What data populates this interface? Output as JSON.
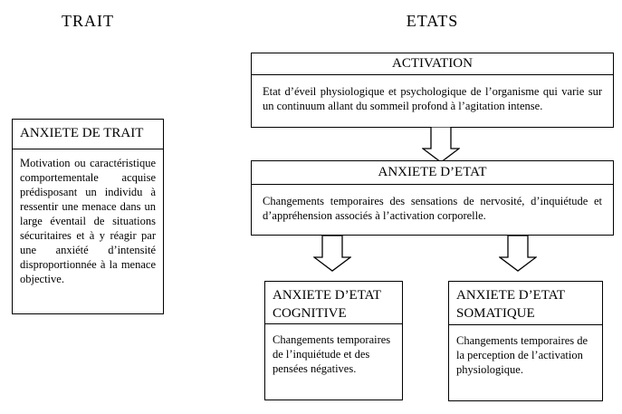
{
  "headings": {
    "trait": "TRAIT",
    "etats": "ETATS"
  },
  "boxes": {
    "trait_anxiety": {
      "title": "ANXIETE DE TRAIT",
      "body": "Motivation ou caractéristique comportementale acquise prédisposant un individu à ressentir une menace dans un large éventail de situations sécuritaires et à y réagir par une anxiété d’intensité disproportionnée à la menace objective."
    },
    "activation": {
      "title": "ACTIVATION",
      "body": "Etat d’éveil physiologique et psychologique de l’organisme qui varie sur un continuum allant du sommeil profond à l’agitation intense."
    },
    "state_anxiety": {
      "title": "ANXIETE D’ETAT",
      "body": "Changements temporaires des sensations de nervosité, d’inquiétude et d’appréhension associés à l’activation corporelle."
    },
    "cognitive_state_anxiety": {
      "title": "ANXIETE D’ETAT COGNITIVE",
      "body": "Changements temporaires de l’inquiétude et des pensées négatives."
    },
    "somatic_state_anxiety": {
      "title": "ANXIETE D’ETAT SOMATIQUE",
      "body": "Changements temporaires de la perception de l’activation physiologique."
    }
  },
  "colors": {
    "border": "#000000",
    "text": "#000000",
    "background": "#ffffff"
  }
}
